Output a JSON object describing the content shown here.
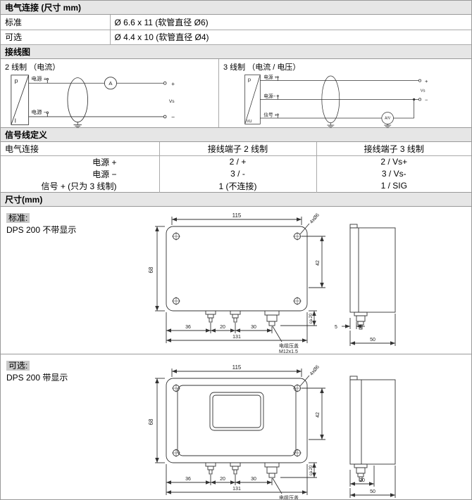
{
  "colors": {
    "section_header_bg": "#e6e6e6",
    "tag_bg": "#c9c9c9",
    "border": "#999999"
  },
  "elec": {
    "title": "电气连接 (尺寸 mm)",
    "rows": [
      {
        "label": "标准",
        "value": "Ø 6.6 x 11 (软管直径 Ø6)"
      },
      {
        "label": "可选",
        "value": "Ø 4.4 x 10 (软管直径 Ø4)"
      }
    ]
  },
  "wiring": {
    "title": "接线图",
    "two_wire": {
      "title": "2 线制 （电流）",
      "labels": {
        "p": "p",
        "i": "I",
        "supply_plus": "电源 +",
        "supply_minus": "电源 −",
        "meter": "A",
        "plus": "+",
        "minus": "−",
        "vs": "Vs"
      }
    },
    "three_wire": {
      "title": "3 线制 （电流 / 电压）",
      "labels": {
        "p": "p",
        "iu": "I/U",
        "supply_plus": "电源 +",
        "supply_minus": "电源−",
        "signal_plus": "信号 +",
        "meter": "A/V",
        "plus": "+",
        "minus": "−",
        "vs": "Vs"
      }
    }
  },
  "signal": {
    "title": "信号线定义",
    "columns": [
      "电气连接",
      "接线端子 2 线制",
      "接线端子 3 线制"
    ],
    "rows": [
      {
        "label": "电源 +",
        "two": "2 / +",
        "three": "2 / Vs+"
      },
      {
        "label": "电源 −",
        "two": "3 / -",
        "three": "3 / Vs-"
      },
      {
        "label": "信号 + (只为 3 线制)",
        "two": "1 (不连接)",
        "three": "1 / SIG"
      }
    ]
  },
  "dims": {
    "title": "尺寸(mm)",
    "standard": {
      "tag": "标准:",
      "name": "DPS 200 不带显示",
      "side_a": "5",
      "side_b": "50"
    },
    "optional": {
      "tag": "可选:",
      "name": "DPS 200 带显示",
      "side_a": "20",
      "side_b": "50"
    },
    "front": {
      "width": "115",
      "height": "68",
      "hole_span": "42",
      "holes": "4xØ6",
      "d1": "36",
      "d2": "20",
      "d3": "30",
      "total": "131",
      "ca": "ca.20",
      "gland_label_1": "电缆压盖",
      "gland_label_2": "M12x1.5"
    }
  }
}
